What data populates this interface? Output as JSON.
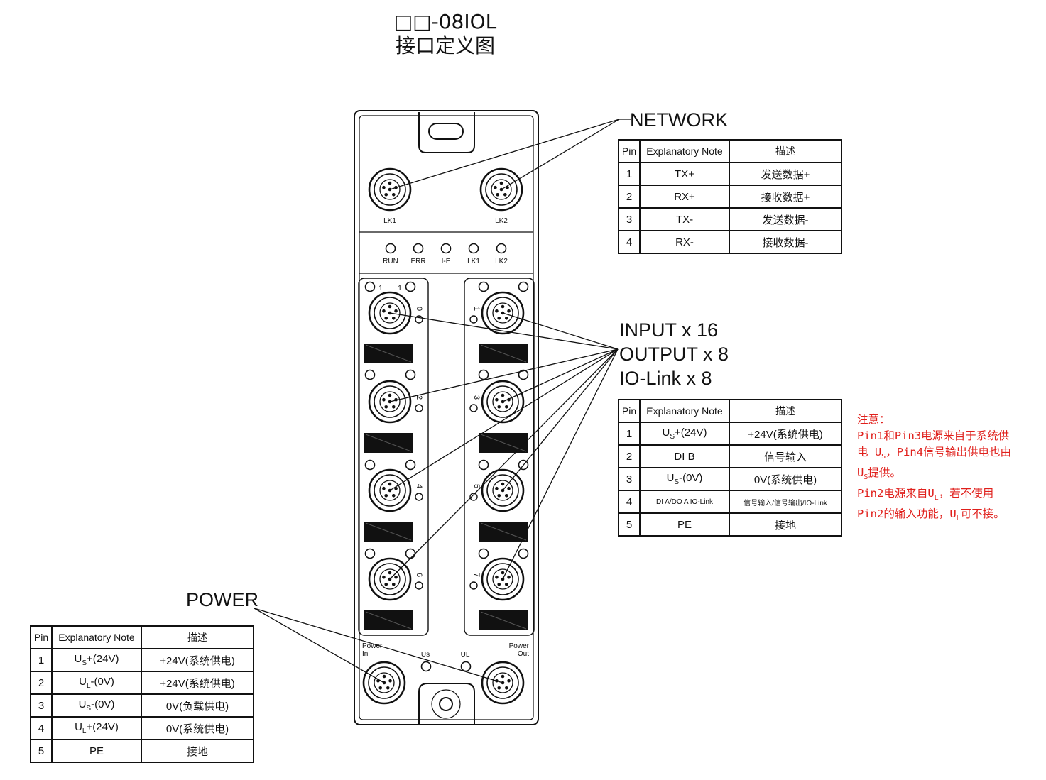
{
  "title_line1": "□□-08IOL",
  "title_line2": "接口定义图",
  "labels": {
    "network": "NETWORK",
    "io_input": "INPUT x 16",
    "io_output": "OUTPUT x 8",
    "io_iolink": "IO-Link x 8",
    "power": "POWER"
  },
  "device": {
    "top_ports": [
      "LK1",
      "LK2"
    ],
    "leds": [
      "RUN",
      "ERR",
      "I-E",
      "LK1",
      "LK2"
    ],
    "left_port_numbers": [
      "0",
      "2",
      "4",
      "6"
    ],
    "right_port_numbers": [
      "1",
      "3",
      "5",
      "7"
    ],
    "slot_numbers": [
      "1",
      "1"
    ],
    "power_in": [
      "Power",
      "In"
    ],
    "power_out": [
      "Power",
      "Out"
    ],
    "power_leds": [
      "Us",
      "UL"
    ]
  },
  "network_table": {
    "headers": [
      "Pin",
      "Explanatory Note",
      "描述"
    ],
    "rows": [
      [
        "1",
        "TX+",
        "发送数据+"
      ],
      [
        "2",
        "RX+",
        "接收数据+"
      ],
      [
        "3",
        "TX-",
        "发送数据-"
      ],
      [
        "4",
        "RX-",
        "接收数据-"
      ]
    ]
  },
  "io_table": {
    "headers": [
      "Pin",
      "Explanatory Note",
      "描述"
    ],
    "rows": [
      [
        "1",
        "US+(24V)",
        "+24V(系统供电)"
      ],
      [
        "2",
        "DI B",
        "信号输入"
      ],
      [
        "3",
        "US-(0V)",
        "0V(系统供电)"
      ],
      [
        "4",
        "DI A/DO A IO-Link",
        "信号输入/信号输出/IO-Link"
      ],
      [
        "5",
        "PE",
        "接地"
      ]
    ]
  },
  "power_table": {
    "headers": [
      "Pin",
      "Explanatory Note",
      "描述"
    ],
    "rows": [
      [
        "1",
        "US+(24V)",
        "+24V(系统供电)"
      ],
      [
        "2",
        "UL-(0V)",
        "+24V(系统供电)"
      ],
      [
        "3",
        "US-(0V)",
        "0V(负载供电)"
      ],
      [
        "4",
        "UL+(24V)",
        "0V(系统供电)"
      ],
      [
        "5",
        "PE",
        "接地"
      ]
    ]
  },
  "note": {
    "line1": "注意：",
    "line2": "Pin1和Pin3电源来自于系统供电 US，Pin4信号输出供电也由 US提供。",
    "line3": "Pin2电源来自UL，若不使用Pin2的输入功能，UL可不接。"
  }
}
